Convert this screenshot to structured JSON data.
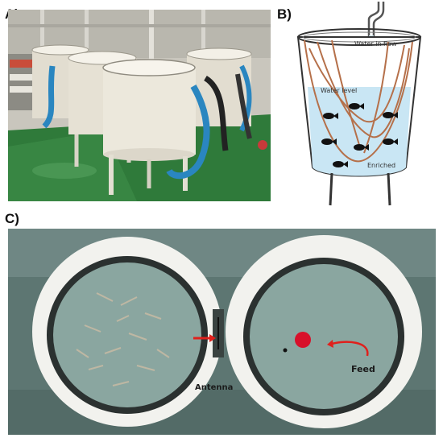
{
  "panels": {
    "a": {
      "label": "A)"
    },
    "b": {
      "label": "B)",
      "water_in_flow": "Water in flow",
      "water_level": "Water level",
      "enriched": "Enriched"
    },
    "c": {
      "label": "C)",
      "antenna": "Antenna",
      "feed": "Feed"
    }
  },
  "colors": {
    "floor_green": "#2f7a3a",
    "tank_white": "#ece8dc",
    "hose_blue": "#2a86c0",
    "water_blue": "#c9e6f4",
    "net_rope": "#b5704a",
    "pool_water": "#8aa6a0",
    "feed_red": "#d8102a",
    "arrow_red": "#e0201c"
  }
}
